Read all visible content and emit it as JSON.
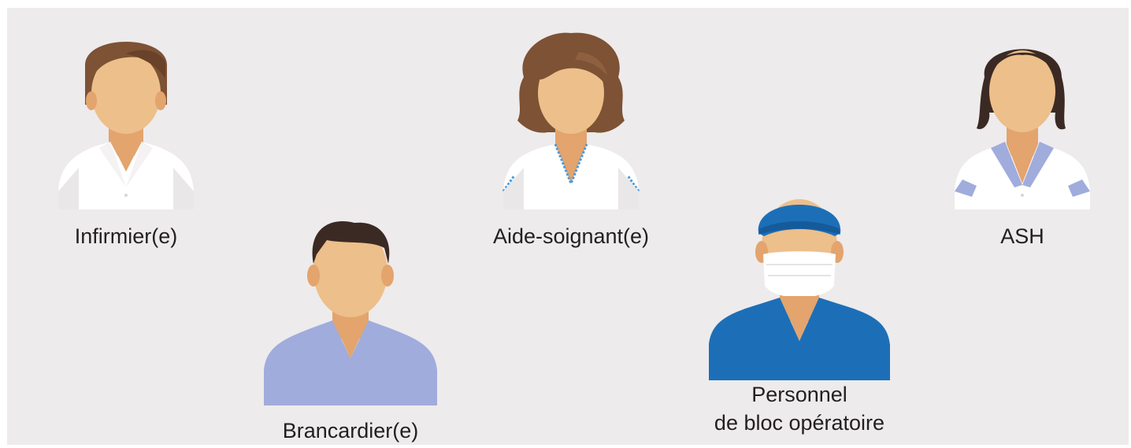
{
  "figures": [
    {
      "id": "nurse",
      "label": "Infirmier(e)"
    },
    {
      "id": "stretcher-bearer",
      "label": "Brancardier(e)"
    },
    {
      "id": "care-assistant",
      "label": "Aide-soignant(e)"
    },
    {
      "id": "operating-room-staff",
      "label_line1": "Personnel",
      "label_line2": "de bloc opératoire"
    },
    {
      "id": "hospital-services-agent",
      "label": "ASH"
    }
  ],
  "colors": {
    "background": "#edebec",
    "skin": "#edbf8a",
    "neck_shadow": "#e3a46d",
    "white_uniform": "#ffffff",
    "lavender_scrubs": "#a0acdc",
    "blue_scrubs": "#1c6fb7",
    "brown_hair": "#7d5235",
    "dark_hair": "#3b2a24"
  }
}
